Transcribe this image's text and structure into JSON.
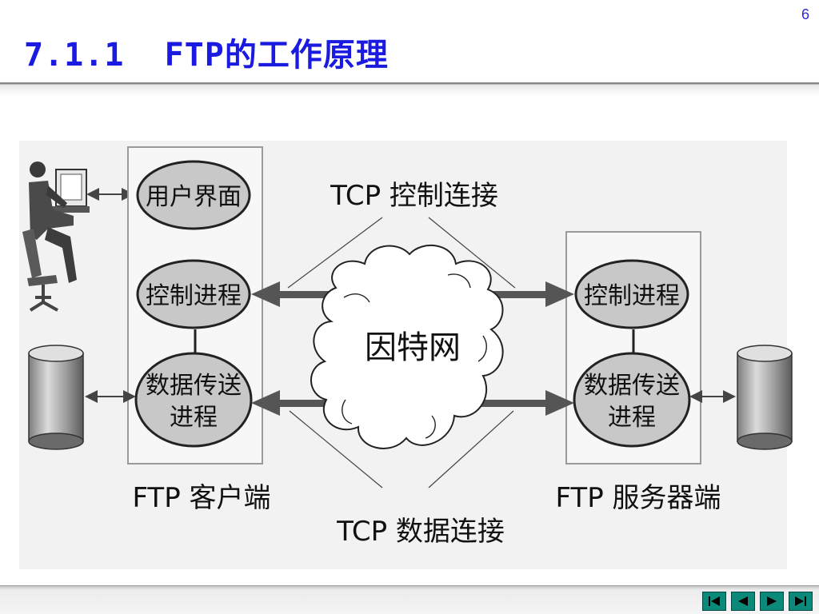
{
  "slide": {
    "page_number": "6",
    "title": "7.1.1  FTP的工作原理"
  },
  "diagram": {
    "client_label": "FTP 客户端",
    "server_label": "FTP 服务器端",
    "tcp_control_label": "TCP 控制连接",
    "tcp_data_label": "TCP 数据连接",
    "network_label": "因特网",
    "client_nodes": {
      "user_interface": "用户界面",
      "control_process": "控制进程",
      "data_process_line1": "数据传送",
      "data_process_line2": "进程"
    },
    "server_nodes": {
      "control_process": "控制进程",
      "data_process_line1": "数据传送",
      "data_process_line2": "进程"
    }
  },
  "nav": {
    "first_icon": "skip-first-icon",
    "prev_icon": "prev-icon",
    "next_icon": "next-icon",
    "last_icon": "skip-last-icon"
  },
  "colors": {
    "title": "#1a1ae0",
    "node_fill": "#c8c8c8",
    "nav_button": "#0b8a7a"
  }
}
